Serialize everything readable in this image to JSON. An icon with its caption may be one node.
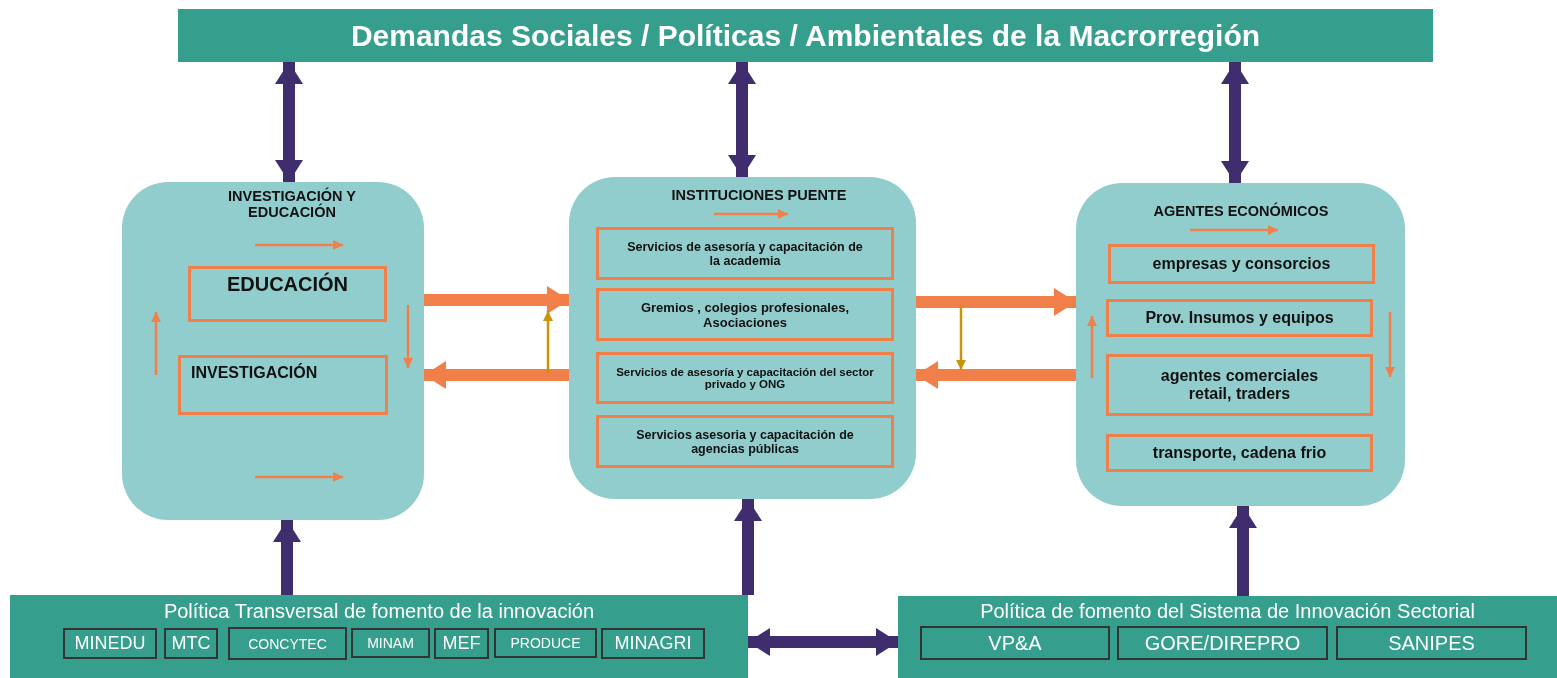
{
  "diagram": {
    "nodes": [
      {
        "text": [
          "Demandas Sociales / Políticas / Ambientales de la Macrorregión"
        ]
      },
      {
        "text": [
          "INVESTIGACIÓN Y EDUCACIÓN"
        ]
      },
      {
        "text": [
          "EDUCACIÓN"
        ],
        "in": 1
      },
      {
        "text": [
          "INVESTIGACIÓN"
        ],
        "in": 1
      },
      {
        "text": [
          "INSTITUCIONES PUENTE"
        ]
      },
      {
        "text": [
          "Servicios de asesoría y capacitación de la academia"
        ],
        "in": 4
      },
      {
        "text": [
          "Gremios , colegios profesionales, Asociaciones"
        ],
        "in": 4
      },
      {
        "text": [
          "Servicios de asesoría y capacitación del sector privado y ONG"
        ],
        "in": 4
      },
      {
        "text": [
          "Servicios asesoria y capacitación de agencias públicas"
        ],
        "in": 4
      },
      {
        "text": [
          "AGENTES ECONÓMICOS"
        ]
      },
      {
        "text": [
          "empresas y consorcios"
        ],
        "in": 9
      },
      {
        "text": [
          "Prov. Insumos y equipos"
        ],
        "in": 9
      },
      {
        "text": [
          "agentes comerciales retail, traders"
        ],
        "in": 9
      },
      {
        "text": [
          "transporte, cadena frio"
        ],
        "in": 9
      },
      {
        "text": [
          "Política Transversal de fomento de la innovación"
        ]
      },
      {
        "text": [
          "MINEDU"
        ],
        "in": 14
      },
      {
        "text": [
          "MTC"
        ],
        "in": 14
      },
      {
        "text": [
          "CONCYTEC"
        ],
        "in": 14
      },
      {
        "text": [
          "MINAM"
        ],
        "in": 14
      },
      {
        "text": [
          "MEF"
        ],
        "in": 14
      },
      {
        "text": [
          "PRODUCE"
        ],
        "in": 14
      },
      {
        "text": [
          "MINAGRI"
        ],
        "in": 14
      },
      {
        "text": [
          "Política de fomento del Sistema de Innovación Sectorial"
        ]
      },
      {
        "text": [
          "VP&A"
        ],
        "in": 22
      },
      {
        "text": [
          "GORE/DIREPRO"
        ],
        "in": 22
      },
      {
        "text": [
          "SANIPES"
        ],
        "in": 22
      }
    ],
    "edges": [
      {
        "from": 0,
        "to": 1,
        "arrow": "both"
      },
      {
        "from": 0,
        "to": 4,
        "arrow": "both"
      },
      {
        "from": 0,
        "to": 9,
        "arrow": "both"
      },
      {
        "from": 1,
        "to": 4,
        "arrow": "to",
        "color": "#f07f4a"
      },
      {
        "from": 4,
        "to": 1,
        "arrow": "to",
        "color": "#f07f4a"
      },
      {
        "from": 4,
        "to": 9,
        "arrow": "to",
        "color": "#f07f4a"
      },
      {
        "from": 9,
        "to": 4,
        "arrow": "to",
        "color": "#f07f4a"
      },
      {
        "from": 14,
        "to": 1,
        "arrow": "to"
      },
      {
        "from": 14,
        "to": 4,
        "arrow": "to"
      },
      {
        "from": 22,
        "to": 9,
        "arrow": "to"
      },
      {
        "from": 14,
        "to": 22,
        "arrow": "both"
      }
    ]
  }
}
